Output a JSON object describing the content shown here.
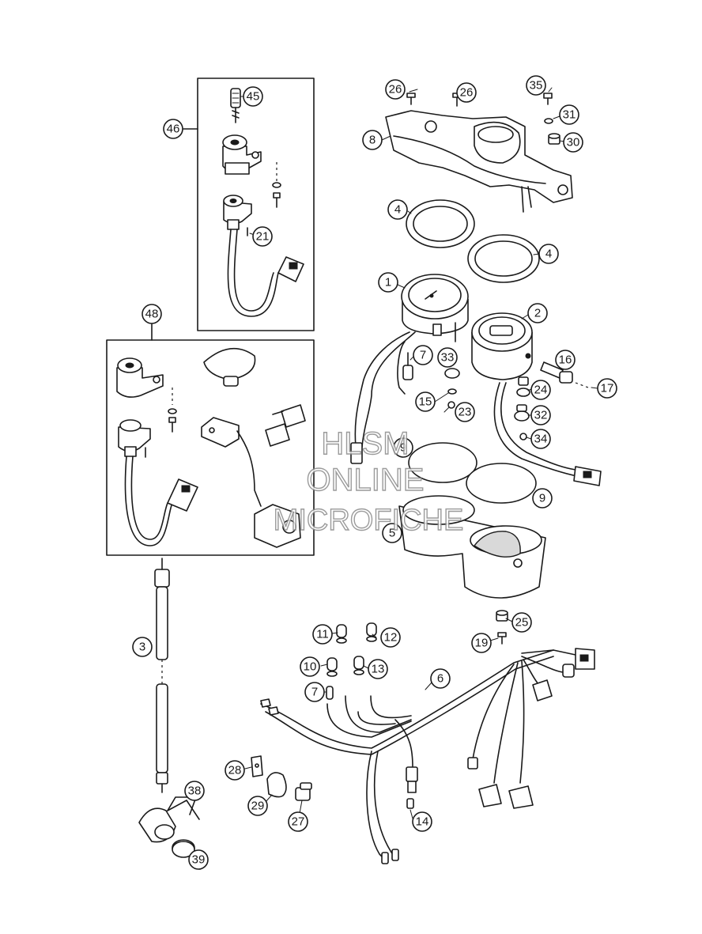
{
  "diagram": {
    "callouts": [
      {
        "id": "c45",
        "label": "45"
      },
      {
        "id": "c46",
        "label": "46"
      },
      {
        "id": "c21",
        "label": "21"
      },
      {
        "id": "c48",
        "label": "48"
      },
      {
        "id": "c26a",
        "label": "26"
      },
      {
        "id": "c26b",
        "label": "26"
      },
      {
        "id": "c35",
        "label": "35"
      },
      {
        "id": "c31",
        "label": "31"
      },
      {
        "id": "c30",
        "label": "30"
      },
      {
        "id": "c8",
        "label": "8"
      },
      {
        "id": "c4a",
        "label": "4"
      },
      {
        "id": "c4b",
        "label": "4"
      },
      {
        "id": "c1",
        "label": "1"
      },
      {
        "id": "c2",
        "label": "2"
      },
      {
        "id": "c7a",
        "label": "7"
      },
      {
        "id": "c33",
        "label": "33"
      },
      {
        "id": "c15",
        "label": "15"
      },
      {
        "id": "c23",
        "label": "23"
      },
      {
        "id": "c16",
        "label": "16"
      },
      {
        "id": "c17",
        "label": "17"
      },
      {
        "id": "c24",
        "label": "24"
      },
      {
        "id": "c32",
        "label": "32"
      },
      {
        "id": "c34",
        "label": "34"
      },
      {
        "id": "c9a",
        "label": "9"
      },
      {
        "id": "c9b",
        "label": "9"
      },
      {
        "id": "c5",
        "label": "5"
      },
      {
        "id": "c3",
        "label": "3"
      },
      {
        "id": "c25",
        "label": "25"
      },
      {
        "id": "c19",
        "label": "19"
      },
      {
        "id": "c11",
        "label": "11"
      },
      {
        "id": "c12",
        "label": "12"
      },
      {
        "id": "c10",
        "label": "10"
      },
      {
        "id": "c13",
        "label": "13"
      },
      {
        "id": "c6",
        "label": "6"
      },
      {
        "id": "c7b",
        "label": "7"
      },
      {
        "id": "c28",
        "label": "28"
      },
      {
        "id": "c29",
        "label": "29"
      },
      {
        "id": "c27",
        "label": "27"
      },
      {
        "id": "c14",
        "label": "14"
      },
      {
        "id": "c38",
        "label": "38"
      },
      {
        "id": "c39",
        "label": "39"
      }
    ],
    "watermark": {
      "line1": "HLSM",
      "line2": "ONLINE",
      "line3": "MICROFICHE"
    }
  }
}
